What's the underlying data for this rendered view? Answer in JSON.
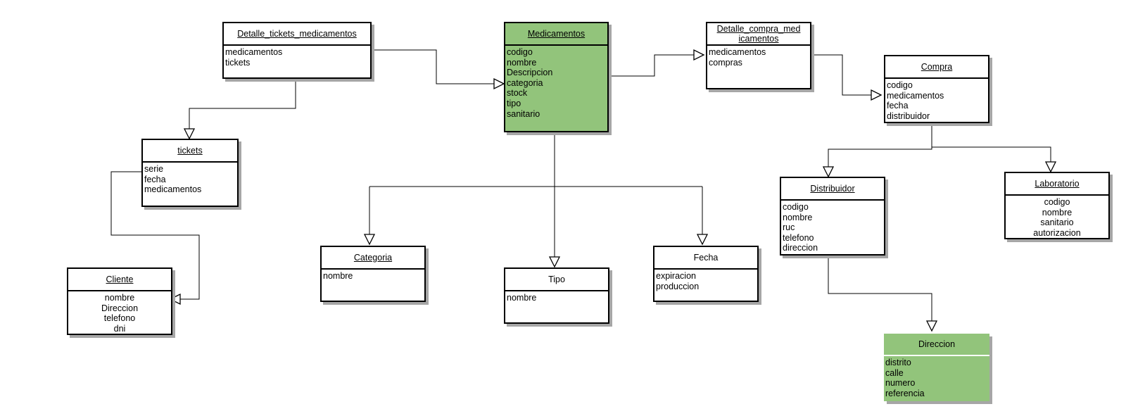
{
  "diagram": {
    "entities": {
      "detalle_tickets": {
        "name": "Detalle_tickets_medicamentos",
        "attributes": [
          "medicamentos",
          "tickets"
        ]
      },
      "medicamentos": {
        "name": "Medicamentos",
        "attributes": [
          "codigo",
          "nombre",
          "Descripcion",
          "categoria",
          "stock",
          "tipo",
          "sanitario"
        ]
      },
      "detalle_compra": {
        "name_line1": "Detalle_compra_med",
        "name_line2": "icamentos",
        "attributes": [
          "medicamentos",
          "compras"
        ]
      },
      "compra": {
        "name": "Compra",
        "attributes": [
          "codigo",
          "medicamentos",
          "fecha",
          "distribuidor"
        ]
      },
      "tickets": {
        "name": "tickets",
        "attributes": [
          "serie",
          "fecha",
          "medicamentos"
        ]
      },
      "cliente": {
        "name": "Cliente",
        "attributes": [
          "nombre",
          "Direccion",
          "telefono",
          "dni"
        ]
      },
      "categoria": {
        "name": "Categoria",
        "attributes": [
          "nombre"
        ]
      },
      "tipo": {
        "name": "Tipo",
        "attributes": [
          "nombre"
        ]
      },
      "fecha": {
        "name": "Fecha",
        "attributes": [
          "expiracion",
          "produccion"
        ]
      },
      "distribuidor": {
        "name": "Distribuidor",
        "attributes": [
          "codigo",
          "nombre",
          "ruc",
          "telefono",
          "direccion"
        ]
      },
      "laboratorio": {
        "name": "Laboratorio",
        "attributes": [
          "codigo",
          "nombre",
          "sanitario",
          "autorizacion"
        ]
      },
      "direccion": {
        "name": "Direccion",
        "attributes": [
          "distrito",
          "calle",
          "numero",
          "referencia"
        ]
      }
    },
    "colors": {
      "highlight": "#92c47b",
      "line": "#000000",
      "shadow": "#a6a6a6"
    }
  }
}
